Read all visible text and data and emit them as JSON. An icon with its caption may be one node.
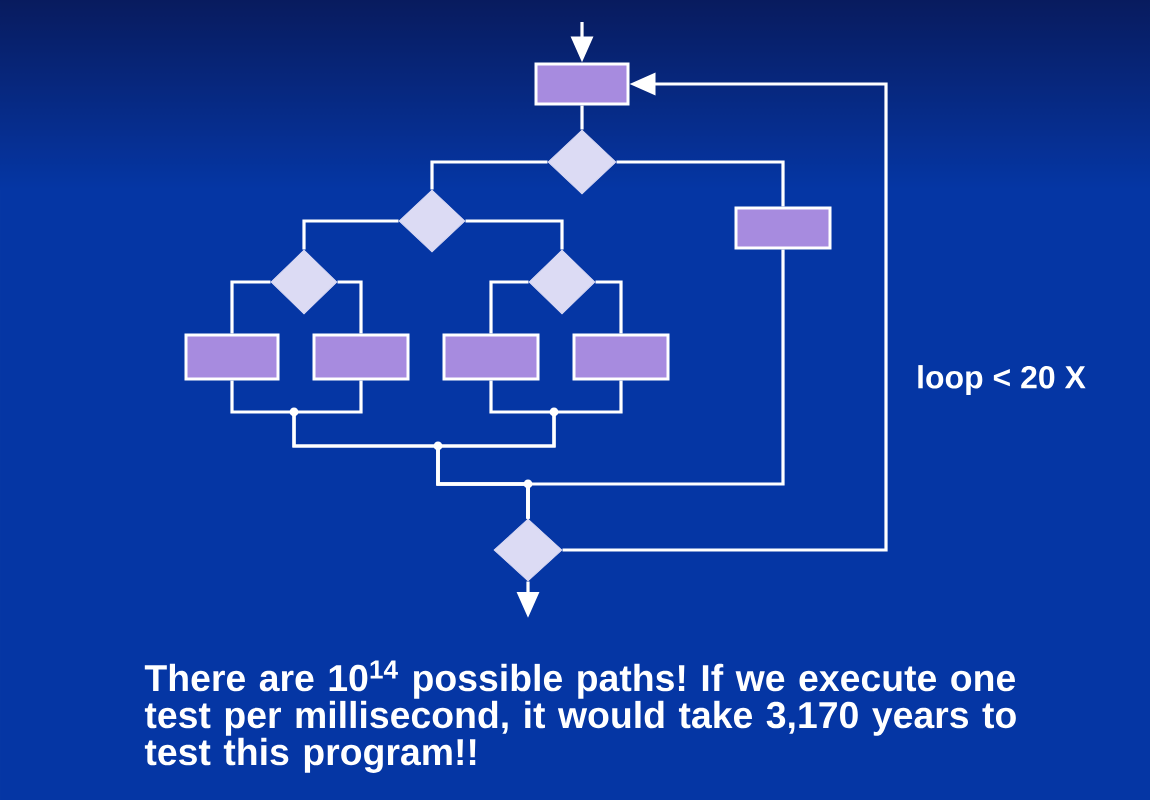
{
  "diagram": {
    "nodes": [
      {
        "text": [],
        "shape": "box"
      },
      {
        "text": [],
        "shape": "diamond"
      },
      {
        "text": [],
        "shape": "diamond"
      },
      {
        "text": [],
        "shape": "box"
      },
      {
        "text": [],
        "shape": "diamond"
      },
      {
        "text": [],
        "shape": "diamond"
      },
      {
        "text": [],
        "shape": "box"
      },
      {
        "text": [],
        "shape": "box"
      },
      {
        "text": [],
        "shape": "box"
      },
      {
        "text": [],
        "shape": "box"
      },
      {
        "text": [],
        "shape": "diamond"
      }
    ],
    "edges": [
      {
        "from": null,
        "to": 0,
        "arrow": "to"
      },
      {
        "from": 0,
        "to": 1,
        "arrow": "none"
      },
      {
        "from": 1,
        "to": 2,
        "arrow": "none"
      },
      {
        "from": 1,
        "to": 3,
        "arrow": "none"
      },
      {
        "from": 2,
        "to": 4,
        "arrow": "none"
      },
      {
        "from": 2,
        "to": 5,
        "arrow": "none"
      },
      {
        "from": 4,
        "to": 6,
        "arrow": "none"
      },
      {
        "from": 4,
        "to": 7,
        "arrow": "none"
      },
      {
        "from": 5,
        "to": 8,
        "arrow": "none"
      },
      {
        "from": 5,
        "to": 9,
        "arrow": "none"
      },
      {
        "from": 6,
        "to": 10,
        "arrow": "none"
      },
      {
        "from": 7,
        "to": 10,
        "arrow": "none"
      },
      {
        "from": 8,
        "to": 10,
        "arrow": "none"
      },
      {
        "from": 9,
        "to": 10,
        "arrow": "none"
      },
      {
        "from": 3,
        "to": 10,
        "arrow": "none"
      },
      {
        "from": 10,
        "to": 0,
        "arrow": "to",
        "label": "loop < 20 X"
      },
      {
        "from": 10,
        "to": null,
        "arrow": "to"
      }
    ],
    "caption": "There are 10$^{14}$ possible paths! If we execute one test per millisecond, it would take 3,170 years to test this program!!"
  }
}
